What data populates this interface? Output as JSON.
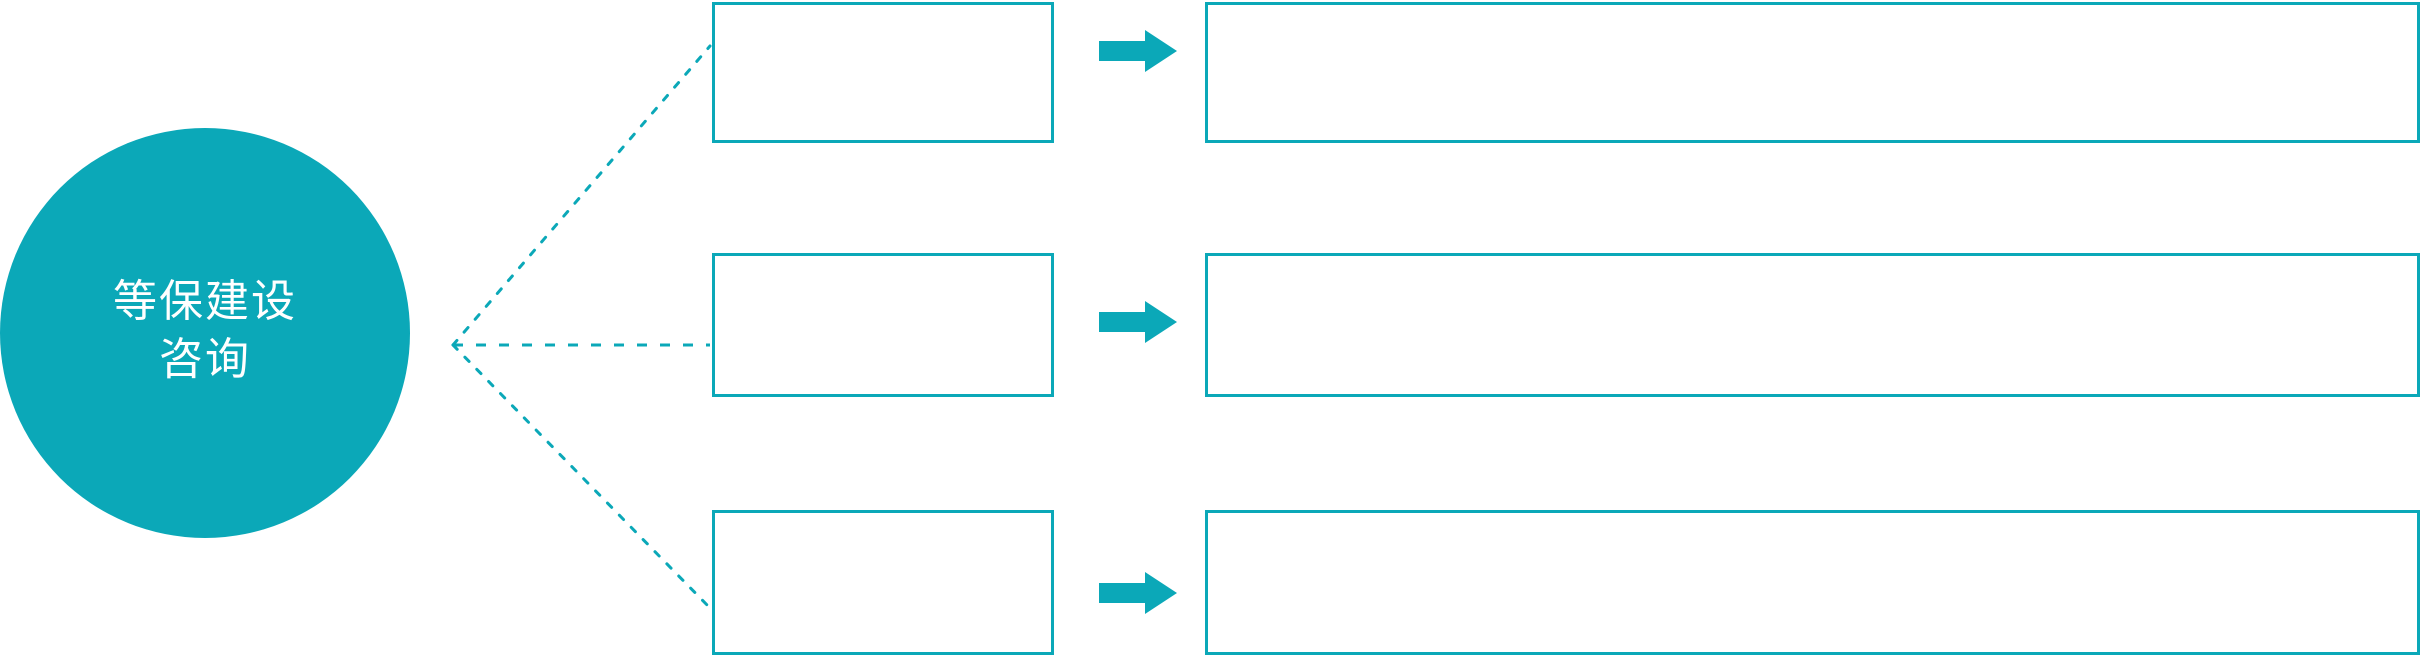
{
  "theme": {
    "accent": "#0ba8b8",
    "background": "#ffffff",
    "hub_text_color": "#ffffff"
  },
  "hub": {
    "label": "等保建设\n咨询",
    "shape": "circle"
  },
  "connector": {
    "style": "dotted",
    "color": "#0ba8b8",
    "origin_label": "fan-out-junction"
  },
  "rows": [
    {
      "id": "row-1",
      "stage_label": "",
      "arrow_icon": "arrow-right-icon",
      "detail_label": ""
    },
    {
      "id": "row-2",
      "stage_label": "",
      "arrow_icon": "arrow-right-icon",
      "detail_label": ""
    },
    {
      "id": "row-3",
      "stage_label": "",
      "arrow_icon": "arrow-right-icon",
      "detail_label": ""
    }
  ]
}
